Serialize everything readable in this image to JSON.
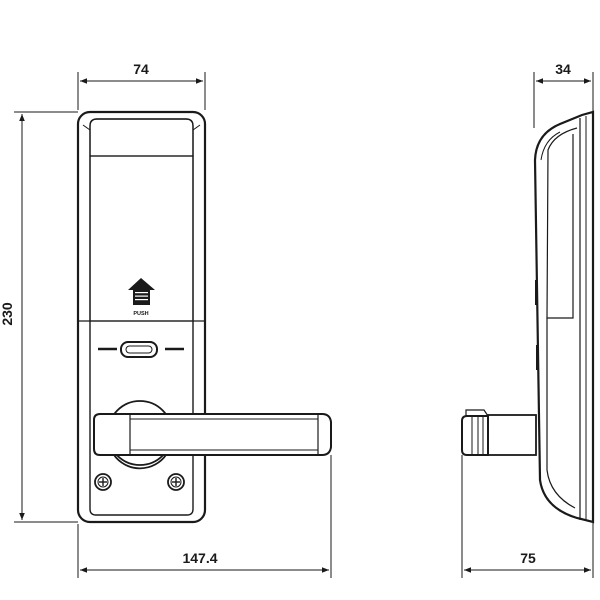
{
  "dimensions": {
    "front_width": "74",
    "front_height": "230",
    "total_width": "147.4",
    "side_depth": "34",
    "side_total_depth": "75"
  },
  "front_view": {
    "push_label": "PUSH"
  }
}
